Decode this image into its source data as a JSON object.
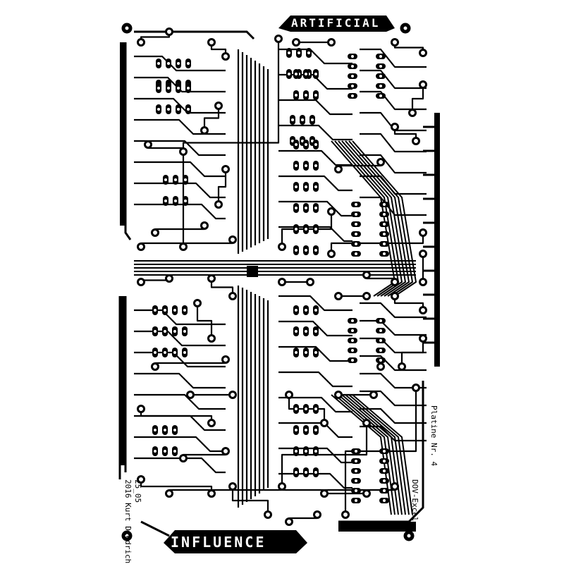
{
  "board": {
    "title_top": "ARTIFICIAL",
    "title_bottom": "INFLUENCE",
    "board_label": "Platine Nr. 4",
    "credit_line1": "2016 Kurt Diedrich",
    "credit_line2": "25_05",
    "side_code": "DOV-Excel",
    "colors": {
      "copper": "#000000",
      "substrate": "#ffffff"
    }
  }
}
